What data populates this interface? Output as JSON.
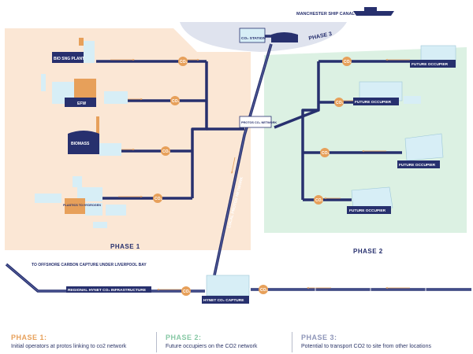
{
  "labels": {
    "canal": "MANCHESTER SHIP CANAL",
    "co2_station": "CO₂ STATION",
    "phase3_map": "PHASE 3",
    "bio_sng": "BIO SNG PLANT",
    "efw": "EFW",
    "biomass": "BIOMASS",
    "plastics": "PLASTICS TO HYDROGEN",
    "protos_network": "PROTOS CO₂ NETWORK",
    "local_network": "LOCAL PROTOS NETWORK",
    "phase1_map": "PHASE 1",
    "phase2_map": "PHASE 2",
    "offshore": "TO OFFSHORE CARBON CAPTURE UNDER LIVERPOOL BAY",
    "hynet_infra": "REGIONAL HYNET CO₂ INFRASTRUCTURE",
    "hynet_capture": "HYNET CO₂ CAPTURE",
    "future_occupier": "FUTURE OCCUPIER",
    "co2": "CO₂"
  },
  "legend": [
    {
      "title": "PHASE 1:",
      "desc": "Initial operators at protos linking to co2 network",
      "color": "#e7a05a"
    },
    {
      "title": "PHASE 2:",
      "desc": "Future occupiers on the CO2 network",
      "color": "#86c8a4"
    },
    {
      "title": "PHASE 3:",
      "desc": "Potential to transport CO2 to site from other locations",
      "color": "#8e95b8"
    }
  ],
  "colors": {
    "pipe": "#27306e",
    "co2_badge": "#e7a05a",
    "phase1_area": "#fbe7d5",
    "phase2_area": "#dcf1e3",
    "phase3_area": "#dfe3ee",
    "building": "#d7eef6",
    "building_accent": "#e7a05a"
  }
}
